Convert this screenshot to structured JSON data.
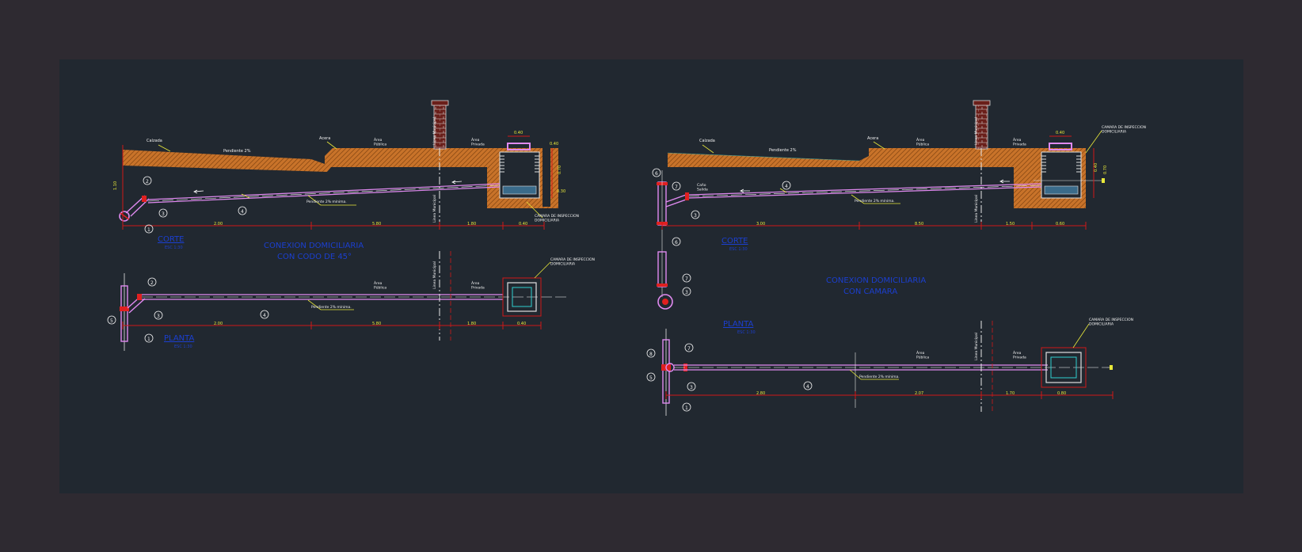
{
  "colors": {
    "background": "#2e2a31",
    "sheet": "#212830",
    "soil": "#c8732a",
    "pipe": "#e08af0",
    "dimension": "#d01818",
    "leader": "#e8e83a",
    "label": "#f0f0f0",
    "title_blue": "#1b3fd0",
    "chamber_wall": "#e0e0e0"
  },
  "left": {
    "corte": {
      "label_calzada": "Calzada",
      "label_acera": "Acera",
      "label_pendiente": "Pendiente 2%",
      "label_area_publica": "Área\nPública",
      "label_area_privada": "Área\nPrivada",
      "label_linea_municipal": "Linea Municipal",
      "label_linea_municipal_bottom": "Linea Municipal",
      "label_pendiente_min": "Pendiente 2% mínima.",
      "label_camara": "CAMARA DE INSPECCION\nDOMICILIARIA",
      "dim_vertical_left": "1.10",
      "dim_chamber_top": "0.40",
      "dim_chamber_right_a": "0.40",
      "dim_chamber_right_b": "0.70",
      "dim_chamber_right_c": "0.30",
      "dims_bottom": [
        "2.00",
        "5.80",
        "1.80",
        "0.40"
      ],
      "callouts": [
        "2",
        "3",
        "1",
        "4"
      ],
      "view_title": "CORTE",
      "view_scale": "ESC 1:30"
    },
    "title": {
      "line1": "CONEXION DOMICILIARIA",
      "line2": "CON CODO DE 45°"
    },
    "planta": {
      "label_area_publica": "Área\nPública",
      "label_area_privada": "Área\nPrivada",
      "label_linea_municipal": "Linea Municipal",
      "label_pendiente_min": "Pendiente 2% mínima.",
      "label_camara": "CAMARA DE INSPECCION\nDOMICILIARIA",
      "dims_bottom": [
        "2.00",
        "5.80",
        "1.80",
        "0.40"
      ],
      "callouts": [
        "2",
        "3",
        "4",
        "5",
        "1"
      ],
      "view_title": "PLANTA",
      "view_scale": "ESC 1:30"
    }
  },
  "right": {
    "corte": {
      "label_calzada": "Calzada",
      "label_acera": "Acera",
      "label_pendiente": "Pendiente 2%",
      "label_area_publica": "Área\nPública",
      "label_area_privada": "Área\nPrivada",
      "label_linea_municipal": "Linea Municipal",
      "label_linea_municipal_bottom": "Linea Municipal",
      "label_pendiente_min": "Pendiente 2% mínima.",
      "label_camara": "CAMARA DE INSPECCION\nDOMICILIARIA",
      "label_cano": "Caño\nSalida",
      "dim_chamber_top": "0.40",
      "dim_chamber_right_a": "0.40",
      "dim_chamber_right_b": "0.70",
      "dims_bottom": [
        "3.00",
        "8.50",
        "1.50",
        "0.60"
      ],
      "callouts": [
        "6",
        "7",
        "4",
        "3",
        "6",
        "7",
        "3"
      ],
      "view_title": "CORTE",
      "view_scale": "ESC 1:30"
    },
    "title": {
      "line1": "CONEXION DOMICILIARIA",
      "line2": "CON CAMARA"
    },
    "planta": {
      "label_area_publica": "Área\nPública",
      "label_area_privada": "Área\nPrivada",
      "label_linea_municipal": "Linea Municipal",
      "label_pendiente_min": "Pendiente 2% mínima.",
      "label_camara": "CAMARA DE INSPECCION\nDOMICILIARIA",
      "dims_bottom": [
        "2.80",
        "2.07",
        "1.70",
        "0.80"
      ],
      "callouts": [
        "8",
        "7",
        "5",
        "3",
        "4",
        "1"
      ],
      "view_title": "PLANTA",
      "view_scale": "ESC 1:30"
    }
  }
}
